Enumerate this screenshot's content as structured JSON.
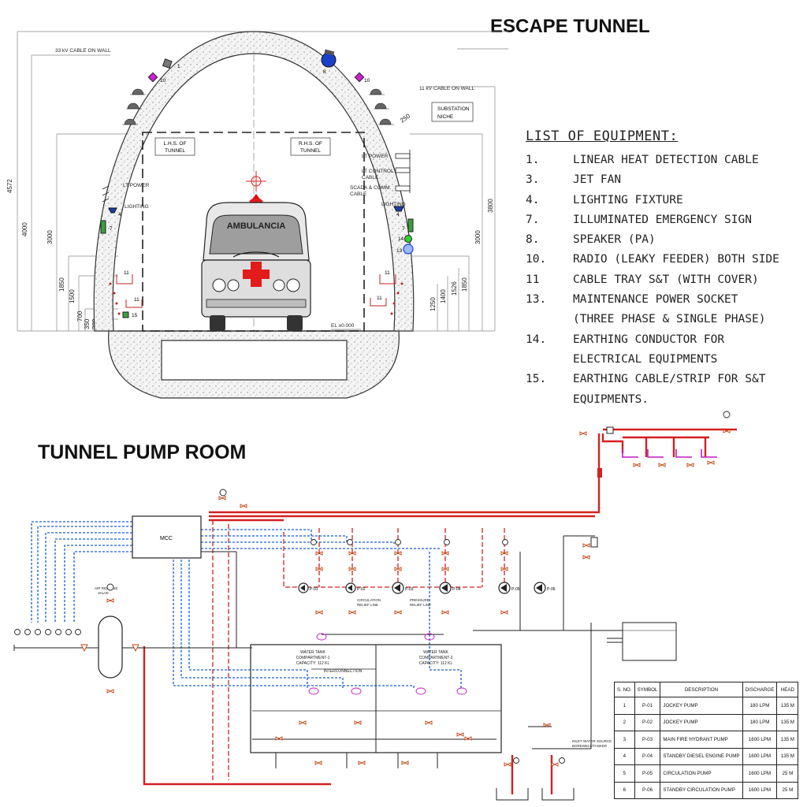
{
  "headings": {
    "escape_tunnel": "ESCAPE TUNNEL",
    "pump_room": "TUNNEL PUMP ROOM"
  },
  "tunnel": {
    "labels": {
      "cable_33kv": "33 kV CABLE ON WALL",
      "cable_11kv": "11 kV CABLE ON WALL",
      "substation": "SUBSTATION",
      "niche": "NICHE",
      "lhs": "L.H.S. OF",
      "rhs": "R.H.S. OF",
      "tunnel_word": "TUNNEL",
      "lt_power_left": "LT POWER",
      "lighting_left": "LIGHTING",
      "lt_power_right": "LT POWER",
      "lt_control": "LT CONTROL",
      "lt_control_2": "CABLE",
      "scada": "SCADA & COMM.",
      "scada_2": "CABLE",
      "lighting_right": "LIGHTING",
      "ambulance": "AMBULANCIA",
      "el": "EL ±0.000"
    },
    "tags": {
      "t1": "1",
      "t10a": "10",
      "t4a": "4",
      "t7a": "7",
      "t11a": "11",
      "t11b": "11",
      "t15": "15",
      "t8": "8",
      "t10b": "10",
      "t14": "14",
      "t13": "13",
      "t11c": "11",
      "t11d": "11",
      "t4b": "4",
      "t7b": "7"
    },
    "dims": {
      "d4572": "4572",
      "d4000": "4000",
      "d3000": "3000",
      "d1850": "1850",
      "d1500": "1500",
      "d700": "700",
      "d350": "350",
      "d200": "200",
      "d250": "250",
      "d3800": "3800",
      "d3000r": "3000",
      "d1850r": "1850",
      "d1526": "1526",
      "d1400": "1400",
      "d1250": "1250"
    }
  },
  "equipment_list": {
    "title": "LIST OF EQUIPMENT:",
    "items": [
      {
        "no": "1.",
        "text": "LINEAR HEAT DETECTION CABLE"
      },
      {
        "no": "3.",
        "text": "JET FAN"
      },
      {
        "no": "4.",
        "text": "LIGHTING FIXTURE"
      },
      {
        "no": "7.",
        "text": "ILLUMINATED EMERGENCY SIGN"
      },
      {
        "no": "8.",
        "text": "SPEAKER (PA)"
      },
      {
        "no": "10.",
        "text": "RADIO (LEAKY FEEDER) BOTH SIDE"
      },
      {
        "no": "11",
        "text": "CABLE TRAY S&T (WITH COVER)"
      },
      {
        "no": "13.",
        "text": "MAINTENANCE POWER SOCKET"
      },
      {
        "no": "",
        "text": "(THREE PHASE & SINGLE PHASE)"
      },
      {
        "no": "14.",
        "text": "EARTHING CONDUCTOR FOR"
      },
      {
        "no": "",
        "text": "ELECTRICAL EQUIPMENTS"
      },
      {
        "no": "15.",
        "text": "EARTHING CABLE/STRIP FOR S&T"
      },
      {
        "no": "",
        "text": "EQUIPMENTS."
      }
    ]
  },
  "pump_room": {
    "mcc": "MCC",
    "water_tank_1": "WATER TANK",
    "water_tank_1_sub": "COMPARTMENT-1",
    "water_tank_1_cap": "CAPACITY: 112 KL",
    "water_tank_2": "WATER TANK",
    "water_tank_2_sub": "COMPARTMENT-2",
    "water_tank_2_cap": "CAPACITY: 112 KL",
    "interconnection": "INTERCONNECTION",
    "circulation": "CIRCULATION",
    "relief_line": "RELIEF LINE",
    "pressure": "PRESSURE",
    "relief_line_2": "RELIEF LINE",
    "inlet": "INLET WATER SOURCE",
    "inlet_2": "BOREWELL/TANKER",
    "air_release": "AIR RELEASE",
    "air_release_2": "VALVE",
    "pump_tags": [
      "P-01",
      "P-02",
      "P-03",
      "P-04",
      "P-05",
      "P-06"
    ],
    "table": {
      "headers": [
        "S. NO.",
        "SYMBOL",
        "DESCRIPTION",
        "DISCHARGE",
        "HEAD"
      ],
      "rows": [
        {
          "sno": "1",
          "symbol": "P-01",
          "desc": "JOCKEY PUMP",
          "discharge": "180 LPM",
          "head": "135 M"
        },
        {
          "sno": "2",
          "symbol": "P-02",
          "desc": "JOCKEY PUMP",
          "discharge": "180 LPM",
          "head": "135 M"
        },
        {
          "sno": "3",
          "symbol": "P-03",
          "desc": "MAIN FIRE HYDRANT PUMP",
          "discharge": "1600 LPM",
          "head": "135 M"
        },
        {
          "sno": "4",
          "symbol": "P-04",
          "desc": "STANDBY DIESEL ENGINE PUMP",
          "discharge": "1600 LPM",
          "head": "135 M"
        },
        {
          "sno": "5",
          "symbol": "P-05",
          "desc": "CIRCULATION  PUMP",
          "discharge": "1600 LPM",
          "head": "25 M"
        },
        {
          "sno": "6",
          "symbol": "P-06",
          "desc": "STANDBY CIRCULATION PUMP",
          "discharge": "1600 LPM",
          "head": "25 M"
        }
      ]
    }
  }
}
